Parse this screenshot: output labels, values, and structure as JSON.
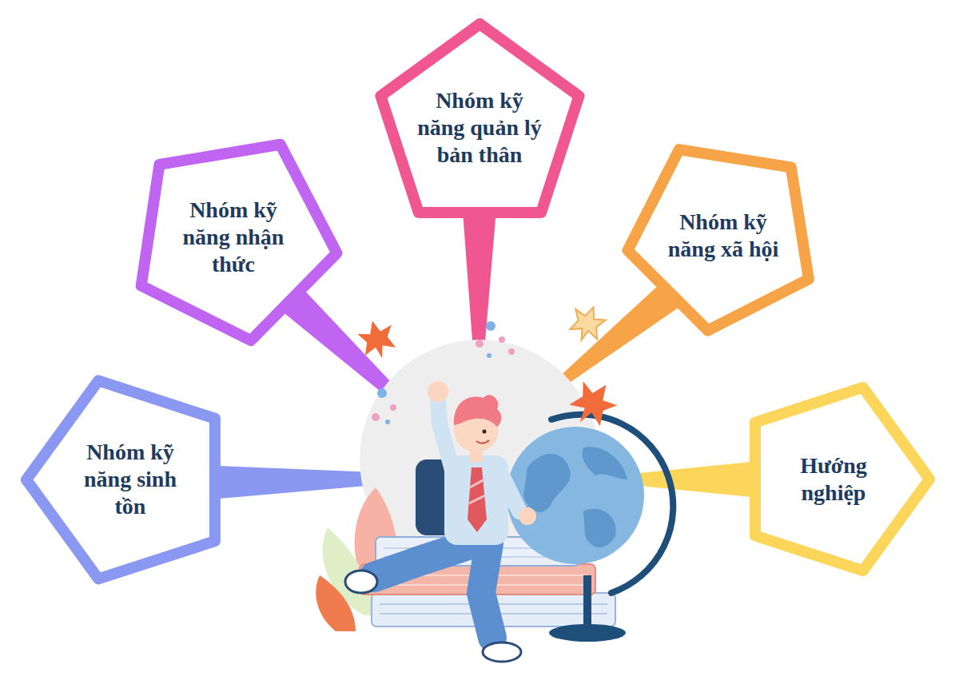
{
  "diagram": {
    "nodes": [
      {
        "text": [
          "Nhóm kỹ năng sinh tồn"
        ]
      },
      {
        "text": [
          "Nhóm kỹ năng nhận thức"
        ]
      },
      {
        "text": [
          "Nhóm kỹ năng quản lý bản thân"
        ]
      },
      {
        "text": [
          "Nhóm kỹ năng xã hội"
        ]
      },
      {
        "text": [
          "Hướng nghiệp"
        ]
      }
    ]
  }
}
